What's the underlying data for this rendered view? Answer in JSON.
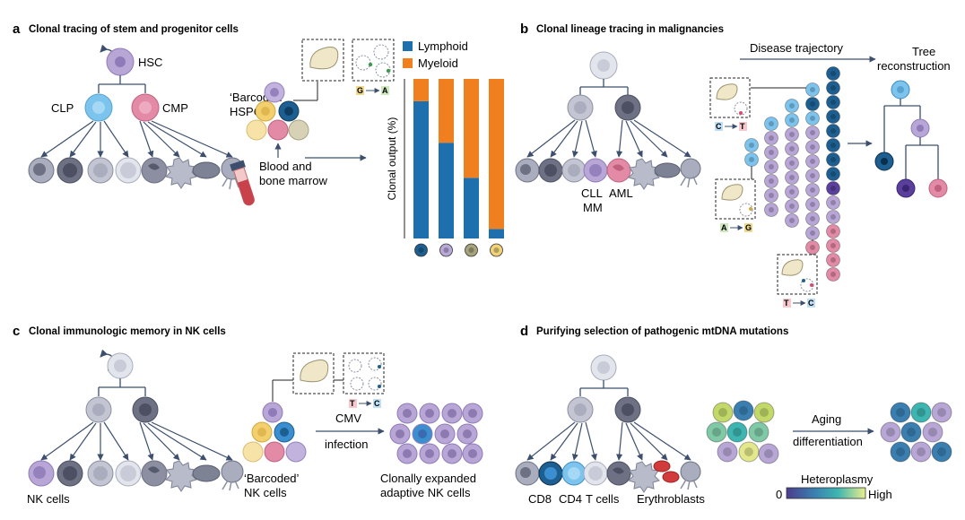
{
  "panels": {
    "a": {
      "letter": "a",
      "title": "Clonal tracing of stem and progenitor cells",
      "hsc": "HSC",
      "clp": "CLP",
      "cmp": "CMP",
      "barcoded_line1": "‘Barcoded’",
      "barcoded_line2": "HSPCs",
      "mutation_from": "G",
      "mutation_to": "A",
      "blood_line1": "Blood and",
      "blood_line2": "bone marrow"
    },
    "b": {
      "letter": "b",
      "title": "Clonal lineage tracing in malignancies",
      "disease_trajectory": "Disease trajectory",
      "tree_line1": "Tree",
      "tree_line2": "reconstruction",
      "cll": "CLL",
      "mm": "MM",
      "aml": "AML",
      "mut1_from": "C",
      "mut1_to": "T",
      "mut2_from": "A",
      "mut2_to": "G",
      "mut3_from": "T",
      "mut3_to": "C"
    },
    "c": {
      "letter": "c",
      "title": "Clonal immunologic memory in NK cells",
      "nk_cells": "NK cells",
      "barcoded_line1": "‘Barcoded’",
      "barcoded_line2": "NK cells",
      "cmv": "CMV",
      "infection": "infection",
      "expanded_line1": "Clonally expanded",
      "expanded_line2": "adaptive NK cells",
      "mutation_from": "T",
      "mutation_to": "C"
    },
    "d": {
      "letter": "d",
      "title": "Purifying selection of pathogenic mtDNA mutations",
      "cd8": "CD8",
      "cd4": "CD4",
      "tcells": "T cells",
      "erythroblasts": "Erythroblasts",
      "aging": "Aging",
      "differentiation": "differentiation",
      "heteroplasmy": "Heteroplasmy",
      "low": "0",
      "high": "High"
    }
  },
  "chart_data": {
    "type": "bar",
    "stacked": true,
    "ylabel": "Clonal output (%)",
    "ylim": [
      0,
      100
    ],
    "categories": [
      "clone-dark-blue",
      "clone-lavender",
      "clone-olive",
      "clone-yellow"
    ],
    "category_colors": [
      "#1e5f91",
      "#b9a9d9",
      "#a6a37d",
      "#efd27a"
    ],
    "series": [
      {
        "name": "Lymphoid",
        "color": "#1d6fae",
        "values": [
          86,
          60,
          38,
          6
        ]
      },
      {
        "name": "Myeloid",
        "color": "#f07f1f",
        "values": [
          14,
          40,
          62,
          94
        ]
      }
    ],
    "legend_position": "top"
  },
  "colors": {
    "lymphoid": "#1d6fae",
    "myeloid": "#f07f1f",
    "hsc": "#b8a6d6",
    "clp": "#7cc4ee",
    "cmp": "#e28aa6",
    "grey_light": "#d9dbe3",
    "grey_mid": "#a9adbd",
    "grey_dark": "#6d7183",
    "dark_blue": "#1e5f91",
    "arrow": "#3c4f6e"
  }
}
